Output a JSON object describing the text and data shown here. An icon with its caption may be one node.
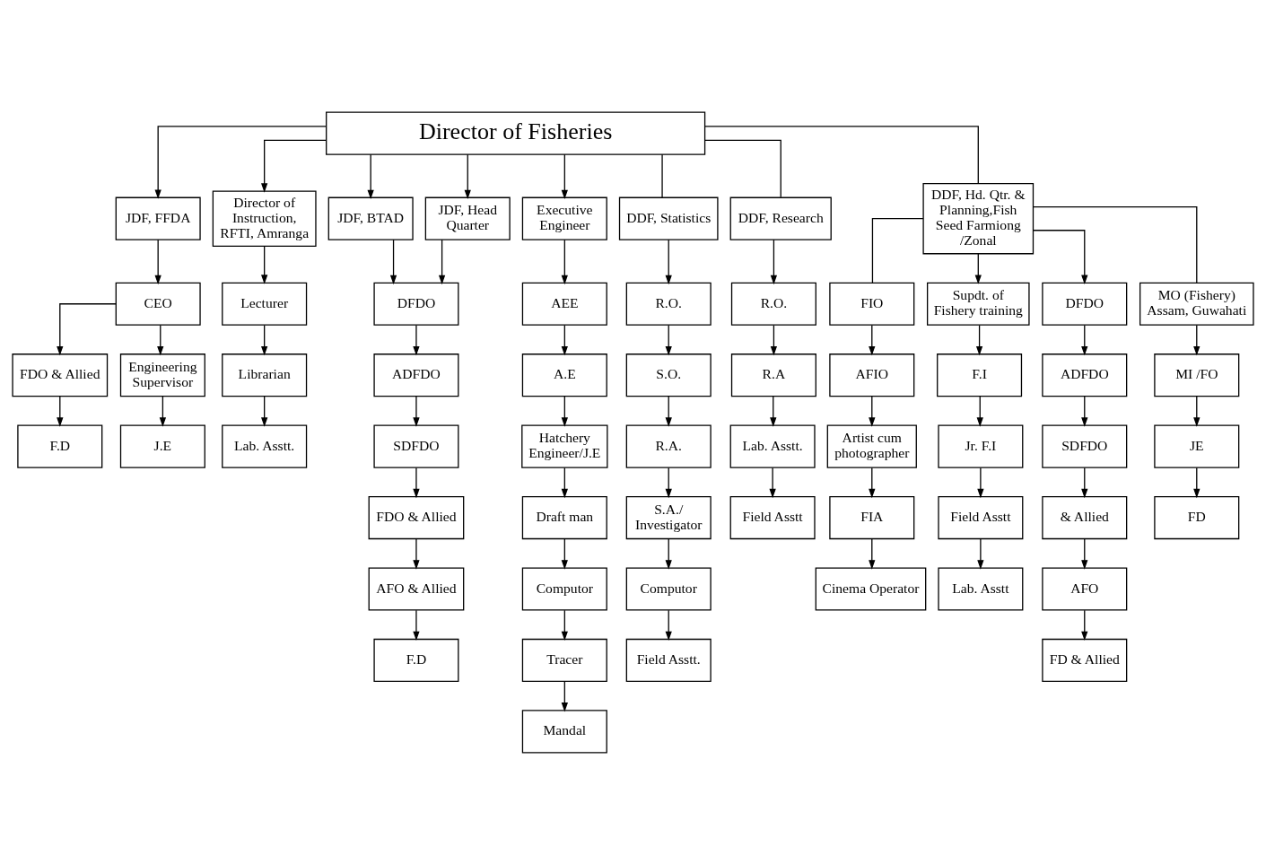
{
  "diagram": {
    "nodes": [
      {
        "text": [
          "Director of Fisheries"
        ]
      },
      {
        "text": [
          "JDF, FFDA"
        ]
      },
      {
        "text": [
          "Director of Instruction, RFTI, Amranga"
        ]
      },
      {
        "text": [
          "JDF, BTAD"
        ]
      },
      {
        "text": [
          "JDF, Head Quarter"
        ]
      },
      {
        "text": [
          "Executive Engineer"
        ]
      },
      {
        "text": [
          "CEO"
        ]
      },
      {
        "text": [
          "Lecturer"
        ]
      },
      {
        "text": [
          "DDF, Statistics"
        ]
      },
      {
        "text": [
          "DDF, Research"
        ]
      },
      {
        "text": [
          "DDF, Hd. Qtr. & Planning,Fish Seed Farmiong /Zonal"
        ]
      },
      {
        "text": [
          "AEE"
        ]
      },
      {
        "text": [
          "FDO & Allied"
        ]
      },
      {
        "text": [
          "Engineering Supervisor"
        ]
      },
      {
        "text": [
          "Librarian"
        ]
      },
      {
        "text": [
          "R.O."
        ]
      },
      {
        "text": [
          "R.O."
        ]
      },
      {
        "text": [
          "FIO"
        ]
      },
      {
        "text": [
          "Supdt. of Fishery training"
        ]
      },
      {
        "text": [
          "DFDO"
        ]
      },
      {
        "text": [
          "MO (Fishery) Assam, Guwahati"
        ]
      },
      {
        "text": [
          "DFDO"
        ]
      },
      {
        "text": [
          "A.E"
        ]
      },
      {
        "text": [
          "F.D"
        ]
      },
      {
        "text": [
          "J.E"
        ]
      },
      {
        "text": [
          "Lab. Asstt."
        ]
      },
      {
        "text": [
          "S.O."
        ]
      },
      {
        "text": [
          "R.A"
        ]
      },
      {
        "text": [
          "AFIO"
        ]
      },
      {
        "text": [
          "F.I"
        ]
      },
      {
        "text": [
          "ADFDO"
        ]
      },
      {
        "text": [
          "MI /FO"
        ]
      },
      {
        "text": [
          "ADFDO"
        ]
      },
      {
        "text": [
          "Hatchery Engineer/J.E"
        ]
      },
      {
        "text": [
          "R.A."
        ]
      },
      {
        "text": [
          "Lab. Asstt."
        ]
      },
      {
        "text": [
          "Artist cum photographer"
        ]
      },
      {
        "text": [
          "Jr. F.I"
        ]
      },
      {
        "text": [
          "SDFDO"
        ]
      },
      {
        "text": [
          "JE"
        ]
      },
      {
        "text": [
          "SDFDO"
        ]
      },
      {
        "text": [
          "Draft man"
        ]
      },
      {
        "text": [
          "S.A./ Investigator"
        ]
      },
      {
        "text": [
          "Field Asstt"
        ]
      },
      {
        "text": [
          "FIA"
        ]
      },
      {
        "text": [
          "Field Asstt"
        ]
      },
      {
        "text": [
          "& Allied"
        ]
      },
      {
        "text": [
          "FD"
        ]
      },
      {
        "text": [
          "FDO & Allied"
        ]
      },
      {
        "text": [
          "Computor"
        ]
      },
      {
        "text": [
          "Computor"
        ]
      },
      {
        "text": [
          "Cinema Operator"
        ]
      },
      {
        "text": [
          "Lab. Asstt"
        ]
      },
      {
        "text": [
          "AFO"
        ]
      },
      {
        "text": [
          "AFO & Allied"
        ]
      },
      {
        "text": [
          "Tracer"
        ]
      },
      {
        "text": [
          "Field Asstt."
        ]
      },
      {
        "text": [
          "FD & Allied"
        ]
      },
      {
        "text": [
          "F.D"
        ]
      },
      {
        "text": [
          "Mandal"
        ]
      }
    ],
    "edges": [
      {
        "from": 0,
        "to": 5,
        "arrow": "to"
      },
      {
        "from": 0,
        "to": 1,
        "arrow": "to"
      },
      {
        "from": 0,
        "to": 2,
        "arrow": "to"
      },
      {
        "from": 0,
        "to": 3,
        "arrow": "to"
      },
      {
        "from": 0,
        "to": 4,
        "arrow": "to"
      },
      {
        "from": 0,
        "to": 8,
        "arrow": "none"
      },
      {
        "from": 0,
        "to": 9,
        "arrow": "none"
      },
      {
        "from": 0,
        "to": 10,
        "arrow": "none"
      },
      {
        "from": 3,
        "to": 21,
        "arrow": "to"
      },
      {
        "from": 4,
        "to": 21,
        "arrow": "to"
      },
      {
        "from": 1,
        "to": 6,
        "arrow": "to"
      },
      {
        "from": 2,
        "to": 7,
        "arrow": "to"
      },
      {
        "from": 5,
        "to": 11,
        "arrow": "to"
      },
      {
        "from": 6,
        "to": 12,
        "arrow": "to"
      },
      {
        "from": 6,
        "to": 13,
        "arrow": "to"
      },
      {
        "from": 7,
        "to": 14,
        "arrow": "to"
      },
      {
        "from": 8,
        "to": 15,
        "arrow": "to"
      },
      {
        "from": 9,
        "to": 16,
        "arrow": "to"
      },
      {
        "from": 10,
        "to": 17,
        "arrow": "none"
      },
      {
        "from": 10,
        "to": 18,
        "arrow": "to"
      },
      {
        "from": 10,
        "to": 19,
        "arrow": "to"
      },
      {
        "from": 10,
        "to": 20,
        "arrow": "none"
      },
      {
        "from": 11,
        "to": 22,
        "arrow": "to"
      },
      {
        "from": 12,
        "to": 23,
        "arrow": "to"
      },
      {
        "from": 13,
        "to": 24,
        "arrow": "to"
      },
      {
        "from": 14,
        "to": 25,
        "arrow": "to"
      },
      {
        "from": 15,
        "to": 26,
        "arrow": "to"
      },
      {
        "from": 16,
        "to": 27,
        "arrow": "to"
      },
      {
        "from": 17,
        "to": 28,
        "arrow": "to"
      },
      {
        "from": 18,
        "to": 29,
        "arrow": "to"
      },
      {
        "from": 19,
        "to": 30,
        "arrow": "to"
      },
      {
        "from": 20,
        "to": 31,
        "arrow": "to"
      },
      {
        "from": 21,
        "to": 32,
        "arrow": "to"
      },
      {
        "from": 22,
        "to": 33,
        "arrow": "to"
      },
      {
        "from": 26,
        "to": 34,
        "arrow": "to"
      },
      {
        "from": 27,
        "to": 35,
        "arrow": "to"
      },
      {
        "from": 28,
        "to": 36,
        "arrow": "to"
      },
      {
        "from": 29,
        "to": 37,
        "arrow": "to"
      },
      {
        "from": 30,
        "to": 38,
        "arrow": "to"
      },
      {
        "from": 31,
        "to": 39,
        "arrow": "to"
      },
      {
        "from": 32,
        "to": 40,
        "arrow": "to"
      },
      {
        "from": 33,
        "to": 41,
        "arrow": "to"
      },
      {
        "from": 34,
        "to": 42,
        "arrow": "to"
      },
      {
        "from": 35,
        "to": 43,
        "arrow": "to"
      },
      {
        "from": 36,
        "to": 44,
        "arrow": "to"
      },
      {
        "from": 37,
        "to": 45,
        "arrow": "to"
      },
      {
        "from": 38,
        "to": 46,
        "arrow": "to"
      },
      {
        "from": 39,
        "to": 47,
        "arrow": "to"
      },
      {
        "from": 40,
        "to": 48,
        "arrow": "to"
      },
      {
        "from": 41,
        "to": 49,
        "arrow": "to"
      },
      {
        "from": 42,
        "to": 50,
        "arrow": "to"
      },
      {
        "from": 44,
        "to": 51,
        "arrow": "to"
      },
      {
        "from": 45,
        "to": 52,
        "arrow": "to"
      },
      {
        "from": 46,
        "to": 53,
        "arrow": "to"
      },
      {
        "from": 48,
        "to": 54,
        "arrow": "to"
      },
      {
        "from": 49,
        "to": 55,
        "arrow": "to"
      },
      {
        "from": 50,
        "to": 56,
        "arrow": "to"
      },
      {
        "from": 53,
        "to": 57,
        "arrow": "to"
      },
      {
        "from": 54,
        "to": 58,
        "arrow": "to"
      },
      {
        "from": 55,
        "to": 59,
        "arrow": "to"
      }
    ]
  }
}
